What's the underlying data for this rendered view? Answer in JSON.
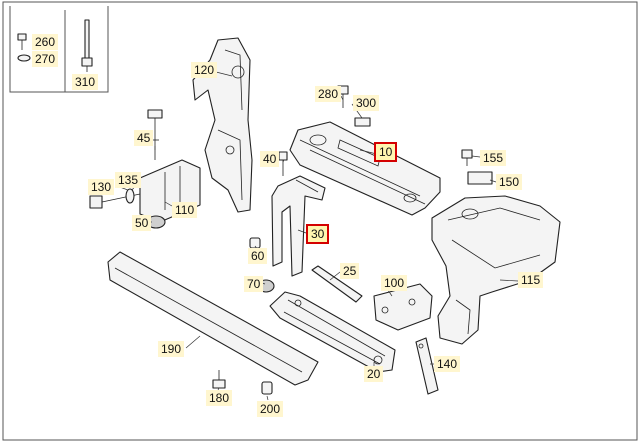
{
  "parts": {
    "p10": "10",
    "p20": "20",
    "p25": "25",
    "p30": "30",
    "p40": "40",
    "p45": "45",
    "p50": "50",
    "p60": "60",
    "p70": "70",
    "p100": "100",
    "p110": "110",
    "p115": "115",
    "p120": "120",
    "p130": "130",
    "p135": "135",
    "p140": "140",
    "p150": "150",
    "p155": "155",
    "p180": "180",
    "p190": "190",
    "p200": "200",
    "p260": "260",
    "p270": "270",
    "p280": "280",
    "p300": "300",
    "p310": "310"
  },
  "highlighted_parts": [
    "10",
    "30"
  ],
  "colors": {
    "highlight_border": "#d40000",
    "label_background": "#fff6cf",
    "line": "#222222"
  }
}
